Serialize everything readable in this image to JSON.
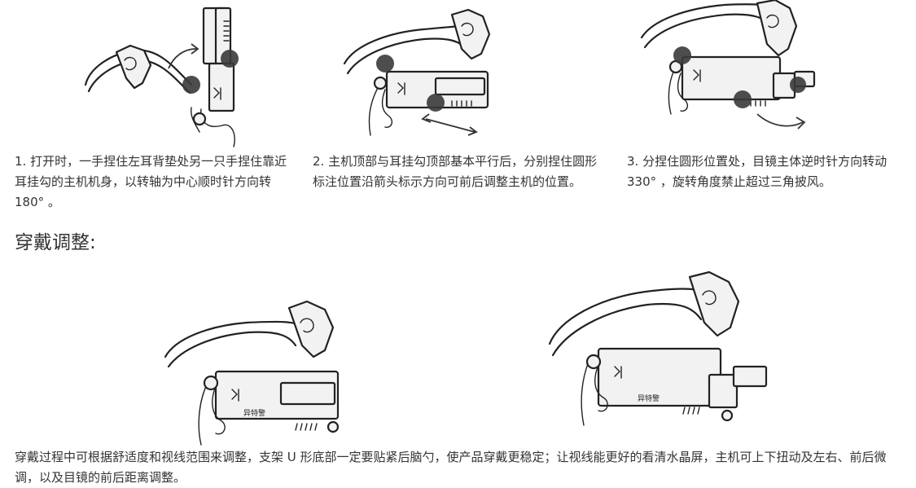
{
  "steps": [
    {
      "caption": "1. 打开时，一手捏住左耳背垫处另一只手捏住靠近耳挂勾的主机机身，以转轴为中心顺时针方向转 180° 。"
    },
    {
      "caption": "2. 主机顶部与耳挂勾顶部基本平行后，分别捏住圆形标注位置沿箭头标示方向可前后调整主机的位置。"
    },
    {
      "caption": "3. 分捏住圆形位置处，目镜主体逆时针方向转动 330° ，旋转角度禁止超过三角披风。"
    }
  ],
  "section": {
    "heading": "穿戴调整:"
  },
  "wearing": {
    "caption": "穿戴过程中可根据舒适度和视线范围来调整，支架 U 形底部一定要贴紧后脑勺，使产品穿戴更稳定；让视线能更好的看清水晶屏，主机可上下扭动及左右、前后微调，以及目镜的前后距离调整。"
  },
  "device": {
    "logo_text": "异特警"
  }
}
